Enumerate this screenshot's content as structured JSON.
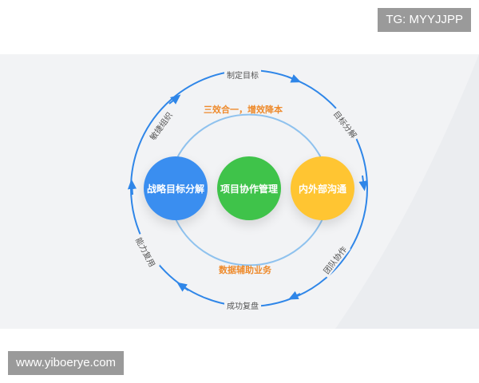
{
  "watermark_top": "TG: MYYJJPP",
  "watermark_bottom": "www.yiboerye.com",
  "colors": {
    "ring": "#2f86e8",
    "inner_ring": "#8fc2ee",
    "blue_node": "#3a8ef0",
    "green_node": "#3fc34a",
    "yellow_node": "#ffc532",
    "accent_text": "#ee8a2b"
  },
  "center_nodes": [
    {
      "label": "战略目标分解"
    },
    {
      "label": "项目协作管理"
    },
    {
      "label": "内外部沟通"
    }
  ],
  "inner_labels": {
    "top": "三效合一，增效降本",
    "bottom": "数据辅助业务"
  },
  "cycle_steps": {
    "top": "制定目标",
    "upper_right": "目标分解",
    "lower_right": "团队协作",
    "bottom": "成功复盘",
    "lower_left": "能力复用",
    "upper_left": "敏捷组织"
  }
}
